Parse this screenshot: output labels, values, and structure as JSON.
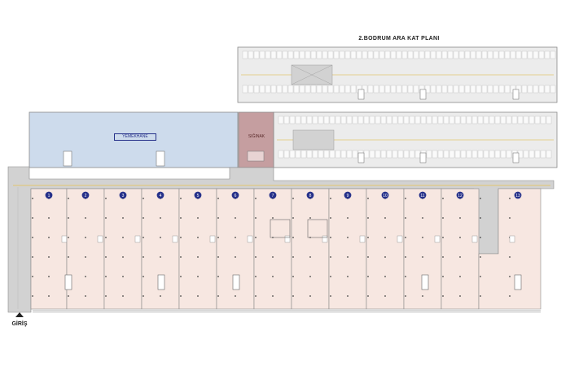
{
  "upper_plan": {
    "title": "2.BODRUM ARA KAT PLANI"
  },
  "entrance": {
    "label": "GİRİŞ"
  },
  "rooms": {
    "dining": {
      "label": "YEMEKHANE"
    },
    "shelter": {
      "label": "SIĞINAK"
    }
  },
  "units": [
    "1",
    "2",
    "3",
    "4",
    "5",
    "6",
    "7",
    "8",
    "9",
    "10",
    "11",
    "12",
    "13"
  ],
  "colors": {
    "units_fill": "#f7e7e1",
    "dining_fill": "#cddbec",
    "shelter_fill": "#c59ea0",
    "corridor_fill": "#d2d2d2",
    "parking_fill": "#ececec",
    "accent_line": "#e3c66f",
    "unit_badge": "#26318a"
  }
}
